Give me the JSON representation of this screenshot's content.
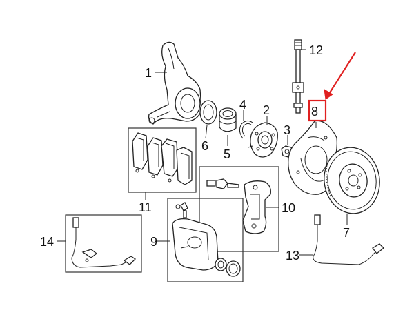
{
  "diagram": {
    "callouts": {
      "c1": "1",
      "c2": "2",
      "c3": "3",
      "c4": "4",
      "c5": "5",
      "c6": "6",
      "c7": "7",
      "c8": "8",
      "c9": "9",
      "c10": "10",
      "c11": "11",
      "c12": "12",
      "c13": "13",
      "c14": "14"
    },
    "highlighted_part": "8",
    "highlight_color": "#e02020"
  }
}
